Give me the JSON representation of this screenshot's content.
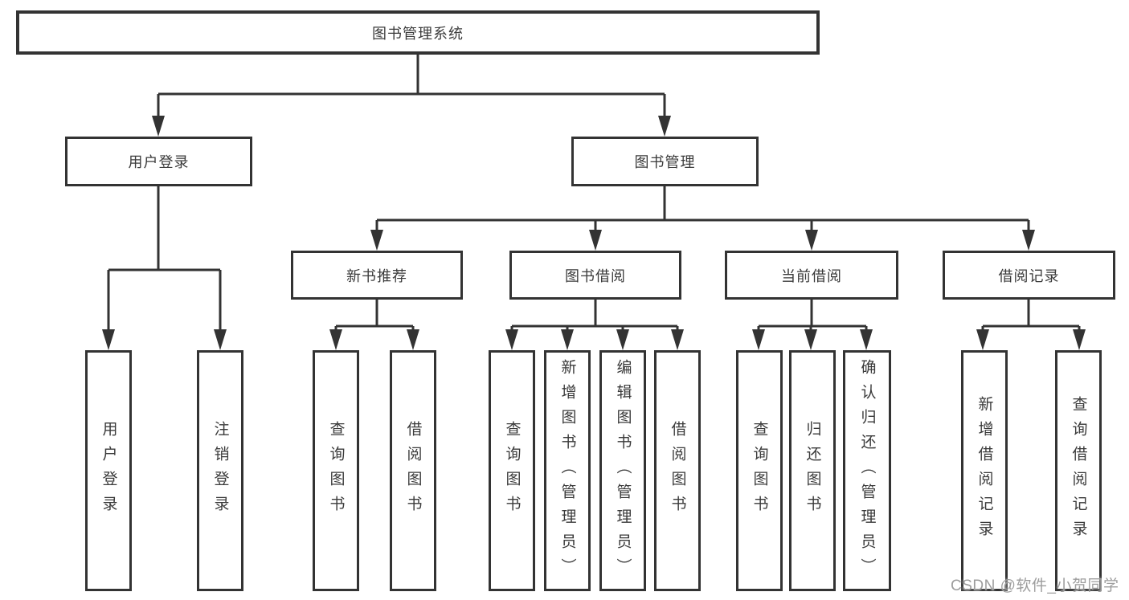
{
  "diagram": {
    "root": {
      "label": "图书管理系统"
    },
    "level2": [
      {
        "id": "user-login",
        "label": "用户登录"
      },
      {
        "id": "book-management",
        "label": "图书管理"
      }
    ],
    "level3": [
      {
        "id": "new-book-recommendation",
        "label": "新书推荐",
        "parent": "图书管理"
      },
      {
        "id": "book-borrowing",
        "label": "图书借阅",
        "parent": "图书管理"
      },
      {
        "id": "current-borrowing",
        "label": "当前借阅",
        "parent": "图书管理"
      },
      {
        "id": "borrowing-records",
        "label": "借阅记录",
        "parent": "图书管理"
      }
    ],
    "leaves": [
      {
        "id": "user-login-action",
        "label": "用户登录",
        "parent": "用户登录"
      },
      {
        "id": "logout-action",
        "label": "注销登录",
        "parent": "用户登录"
      },
      {
        "id": "query-books-recommend",
        "label": "查询图书",
        "parent": "新书推荐"
      },
      {
        "id": "borrow-books-recommend",
        "label": "借阅图书",
        "parent": "新书推荐"
      },
      {
        "id": "query-books-borrowing",
        "label": "查询图书",
        "parent": "图书借阅"
      },
      {
        "id": "add-books-admin",
        "label": "新增图书（管理员）",
        "parent": "图书借阅"
      },
      {
        "id": "edit-books-admin",
        "label": "编辑图书（管理员）",
        "parent": "图书借阅"
      },
      {
        "id": "borrow-books",
        "label": "借阅图书",
        "parent": "图书借阅"
      },
      {
        "id": "query-books-current",
        "label": "查询图书",
        "parent": "当前借阅"
      },
      {
        "id": "return-books",
        "label": "归还图书",
        "parent": "当前借阅"
      },
      {
        "id": "confirm-return-admin",
        "label": "确认归还（管理员）",
        "parent": "当前借阅"
      },
      {
        "id": "add-borrow-record",
        "label": "新增借阅记录",
        "parent": "借阅记录"
      },
      {
        "id": "query-borrow-record",
        "label": "查询借阅记录",
        "parent": "借阅记录"
      }
    ],
    "watermark": "CSDN @软件_小贺同学",
    "colors": {
      "line": "#333333",
      "text": "#3a3a3a",
      "background": "#ffffff",
      "watermark": "#9d9d9d"
    }
  }
}
